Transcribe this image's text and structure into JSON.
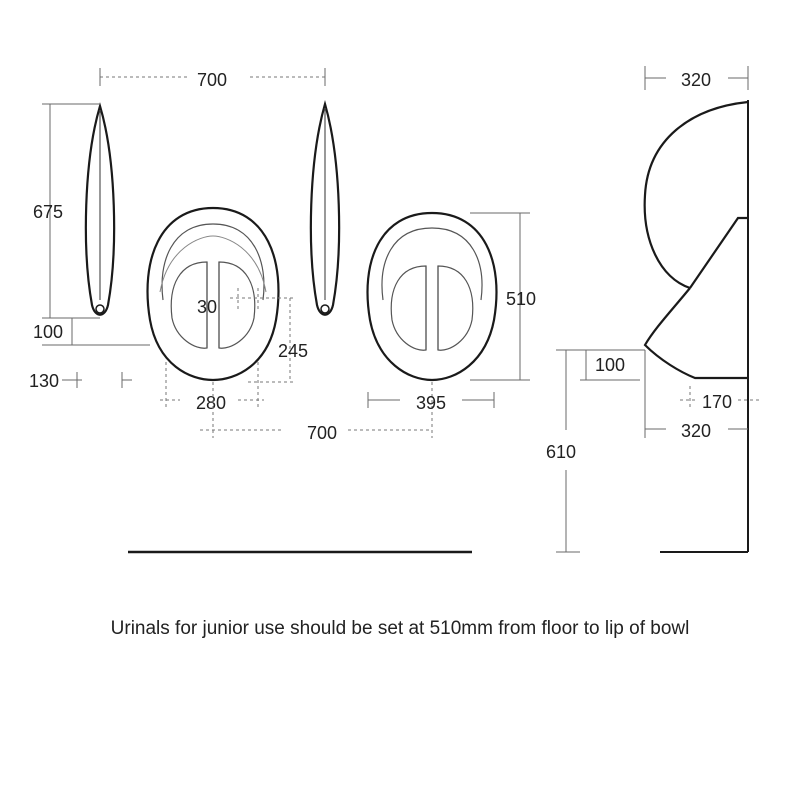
{
  "dimensions": {
    "top_width_left": "700",
    "side_top_depth": "320",
    "height_total": "675",
    "height_bottom": "100",
    "bottom_offset": "130",
    "waste_30": "30",
    "waste_245": "245",
    "waste_280": "280",
    "centers_700": "700",
    "bowl_height_510": "510",
    "bowl_width_395": "395",
    "side_100": "100",
    "side_170": "170",
    "side_320_bottom": "320",
    "floor_610": "610"
  },
  "caption": "Urinals for junior use should be set at 510mm from floor to lip of bowl"
}
